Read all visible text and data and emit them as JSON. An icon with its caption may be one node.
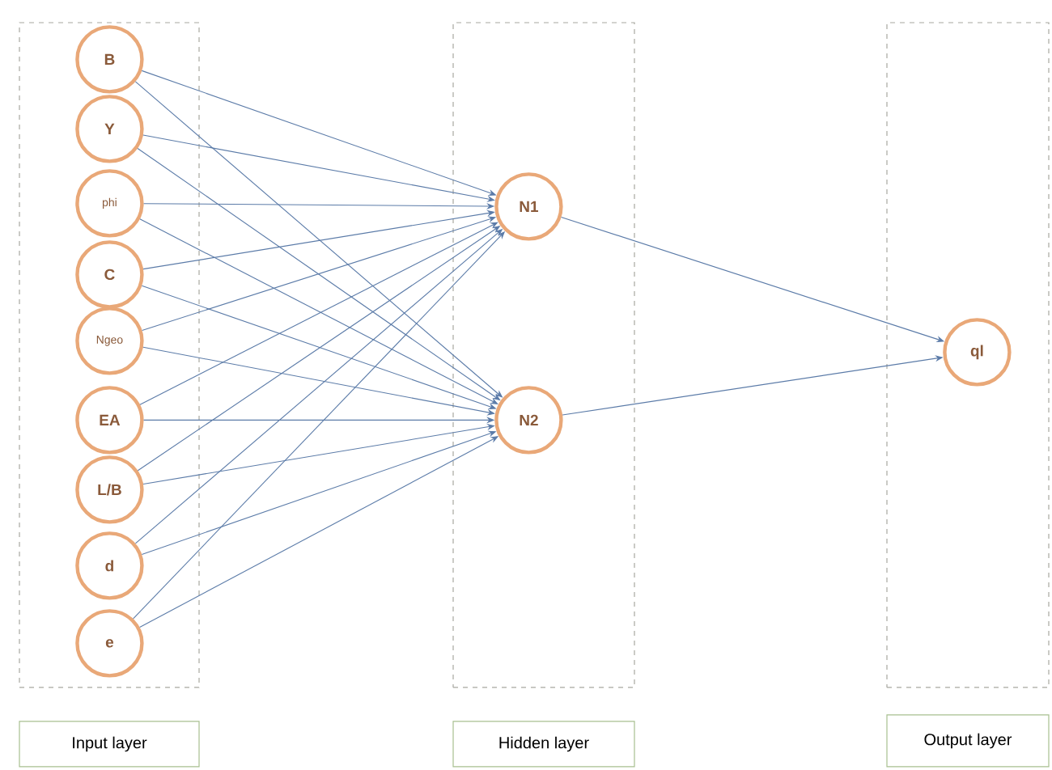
{
  "diagram": {
    "nodes": [
      {
        "text": [],
        "shape": "box"
      },
      {
        "text": [
          "B"
        ],
        "in": 0
      },
      {
        "text": [
          "Y"
        ],
        "in": 0
      },
      {
        "text": [
          "phi"
        ],
        "in": 0
      },
      {
        "text": [
          "C"
        ],
        "in": 0
      },
      {
        "text": [
          "Ngeo"
        ],
        "in": 0
      },
      {
        "text": [
          "EA"
        ],
        "in": 0
      },
      {
        "text": [
          "L/B"
        ],
        "in": 0
      },
      {
        "text": [
          "d"
        ],
        "in": 0
      },
      {
        "text": [
          "e"
        ],
        "in": 0
      },
      {
        "text": [],
        "shape": "box"
      },
      {
        "text": [
          "N1"
        ],
        "in": 10
      },
      {
        "text": [
          "N2"
        ],
        "in": 10
      },
      {
        "text": [],
        "shape": "box"
      },
      {
        "text": [
          "ql"
        ],
        "in": 13
      },
      {
        "text": [
          "Input layer"
        ]
      },
      {
        "text": [
          "Hidden layer"
        ]
      },
      {
        "text": [
          "Output layer"
        ]
      }
    ],
    "edges": [
      {
        "from": 1,
        "to": 11,
        "arrow": "to"
      },
      {
        "from": 1,
        "to": 12,
        "arrow": "to"
      },
      {
        "from": 2,
        "to": 11,
        "arrow": "to"
      },
      {
        "from": 2,
        "to": 12,
        "arrow": "to"
      },
      {
        "from": 3,
        "to": 11,
        "arrow": "to"
      },
      {
        "from": 3,
        "to": 12,
        "arrow": "to"
      },
      {
        "from": 4,
        "to": 11,
        "arrow": "to"
      },
      {
        "from": 4,
        "to": 12,
        "arrow": "to"
      },
      {
        "from": 5,
        "to": 11,
        "arrow": "to"
      },
      {
        "from": 5,
        "to": 12,
        "arrow": "to"
      },
      {
        "from": 6,
        "to": 11,
        "arrow": "to"
      },
      {
        "from": 6,
        "to": 12,
        "arrow": "to"
      },
      {
        "from": 7,
        "to": 11,
        "arrow": "to"
      },
      {
        "from": 7,
        "to": 12,
        "arrow": "to"
      },
      {
        "from": 8,
        "to": 11,
        "arrow": "to"
      },
      {
        "from": 8,
        "to": 12,
        "arrow": "to"
      },
      {
        "from": 9,
        "to": 11,
        "arrow": "to"
      },
      {
        "from": 9,
        "to": 12,
        "arrow": "to"
      },
      {
        "from": 11,
        "to": 14,
        "arrow": "to"
      },
      {
        "from": 12,
        "to": 14,
        "arrow": "to"
      }
    ]
  }
}
